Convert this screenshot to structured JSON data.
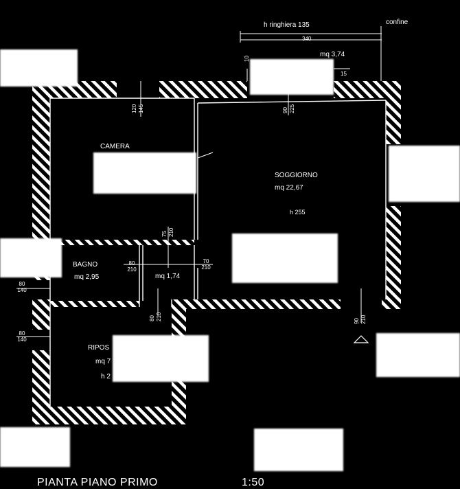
{
  "header": {
    "ringhiera": "h ringhiera 135",
    "confine": "confine",
    "dim_top": "340",
    "dim_top_small": "10",
    "dim_top_right": "15",
    "area_balcony": "mq 3,74"
  },
  "rooms": {
    "camera": {
      "name": "CAMERA"
    },
    "soggiorno": {
      "name": "SOGGIORNO",
      "area": "mq 22,67",
      "height": "h 255"
    },
    "bagno": {
      "name": "BAGNO",
      "area": "mq 2,95"
    },
    "disimpegno": {
      "area": "mq 1,74"
    },
    "riposo": {
      "name": "RIPOS",
      "area": "mq 7",
      "height": "h 2"
    }
  },
  "dimensions": {
    "camera_window": [
      "120",
      "145"
    ],
    "soggiorno_window": [
      "90",
      "225"
    ],
    "door_bagno_top": [
      "75",
      "210"
    ],
    "door_bagno": [
      "80",
      "210"
    ],
    "door_soggiorno": [
      "70",
      "210"
    ],
    "left_window_1": [
      "80",
      "140"
    ],
    "left_window_2": [
      "80",
      "140"
    ],
    "door_riposo": [
      "80",
      "210"
    ],
    "entry_door": [
      "90",
      "210"
    ]
  },
  "footer": {
    "title": "PIANTA PIANO PRIMO",
    "scale": "1:50"
  }
}
